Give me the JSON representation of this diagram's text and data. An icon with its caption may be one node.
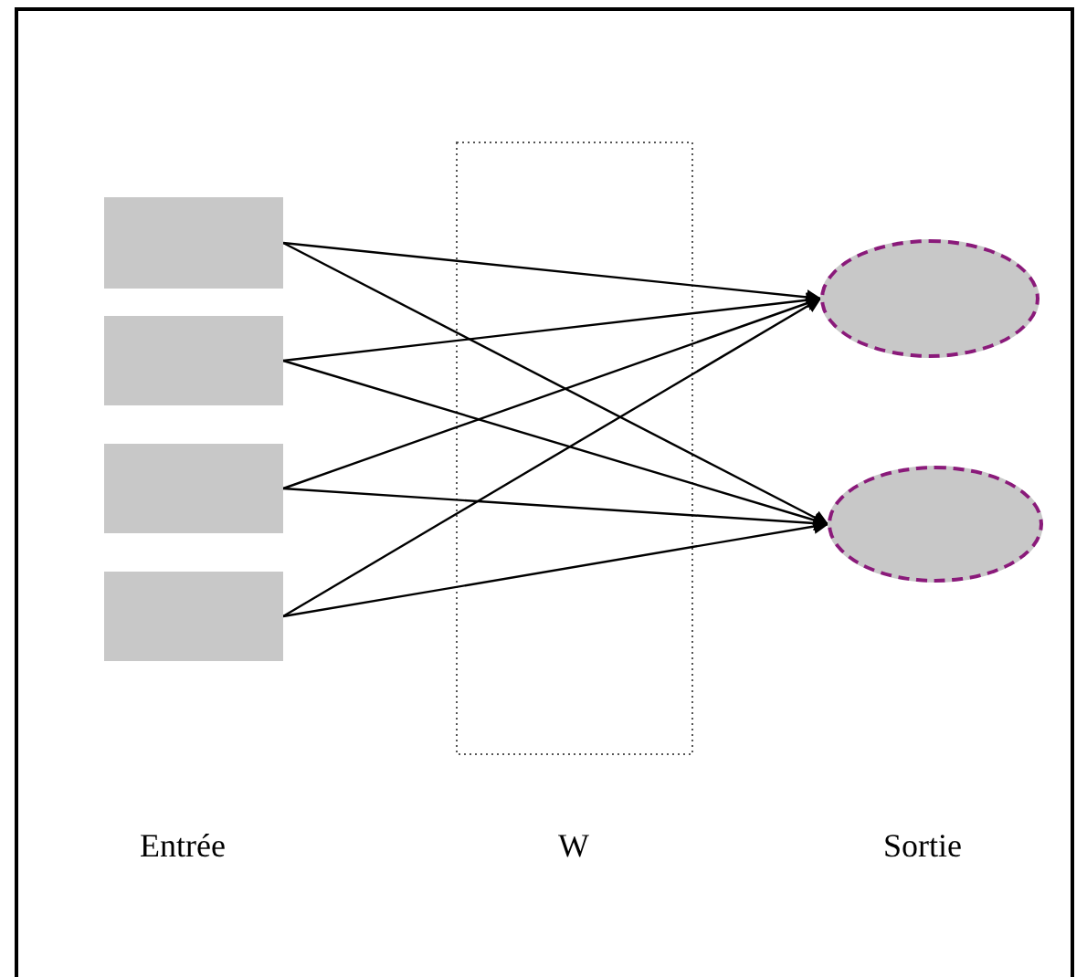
{
  "diagram": {
    "nodes": [
      {
        "text": [],
        "shape": "box"
      },
      {
        "text": [],
        "shape": "box"
      },
      {
        "text": [],
        "shape": "box"
      },
      {
        "text": [],
        "shape": "box"
      },
      {
        "text": [],
        "shape": "ellipse"
      },
      {
        "text": [],
        "shape": "ellipse"
      }
    ],
    "edges": [
      {
        "from": 0,
        "to": 4,
        "arrow": "to"
      },
      {
        "from": 0,
        "to": 5,
        "arrow": "to"
      },
      {
        "from": 1,
        "to": 4,
        "arrow": "to"
      },
      {
        "from": 1,
        "to": 5,
        "arrow": "to"
      },
      {
        "from": 2,
        "to": 4,
        "arrow": "to"
      },
      {
        "from": 2,
        "to": 5,
        "arrow": "to"
      },
      {
        "from": 3,
        "to": 4,
        "arrow": "to"
      },
      {
        "from": 3,
        "to": 5,
        "arrow": "to"
      }
    ],
    "labels": [
      "Entrée",
      "W",
      "Sortie"
    ]
  }
}
